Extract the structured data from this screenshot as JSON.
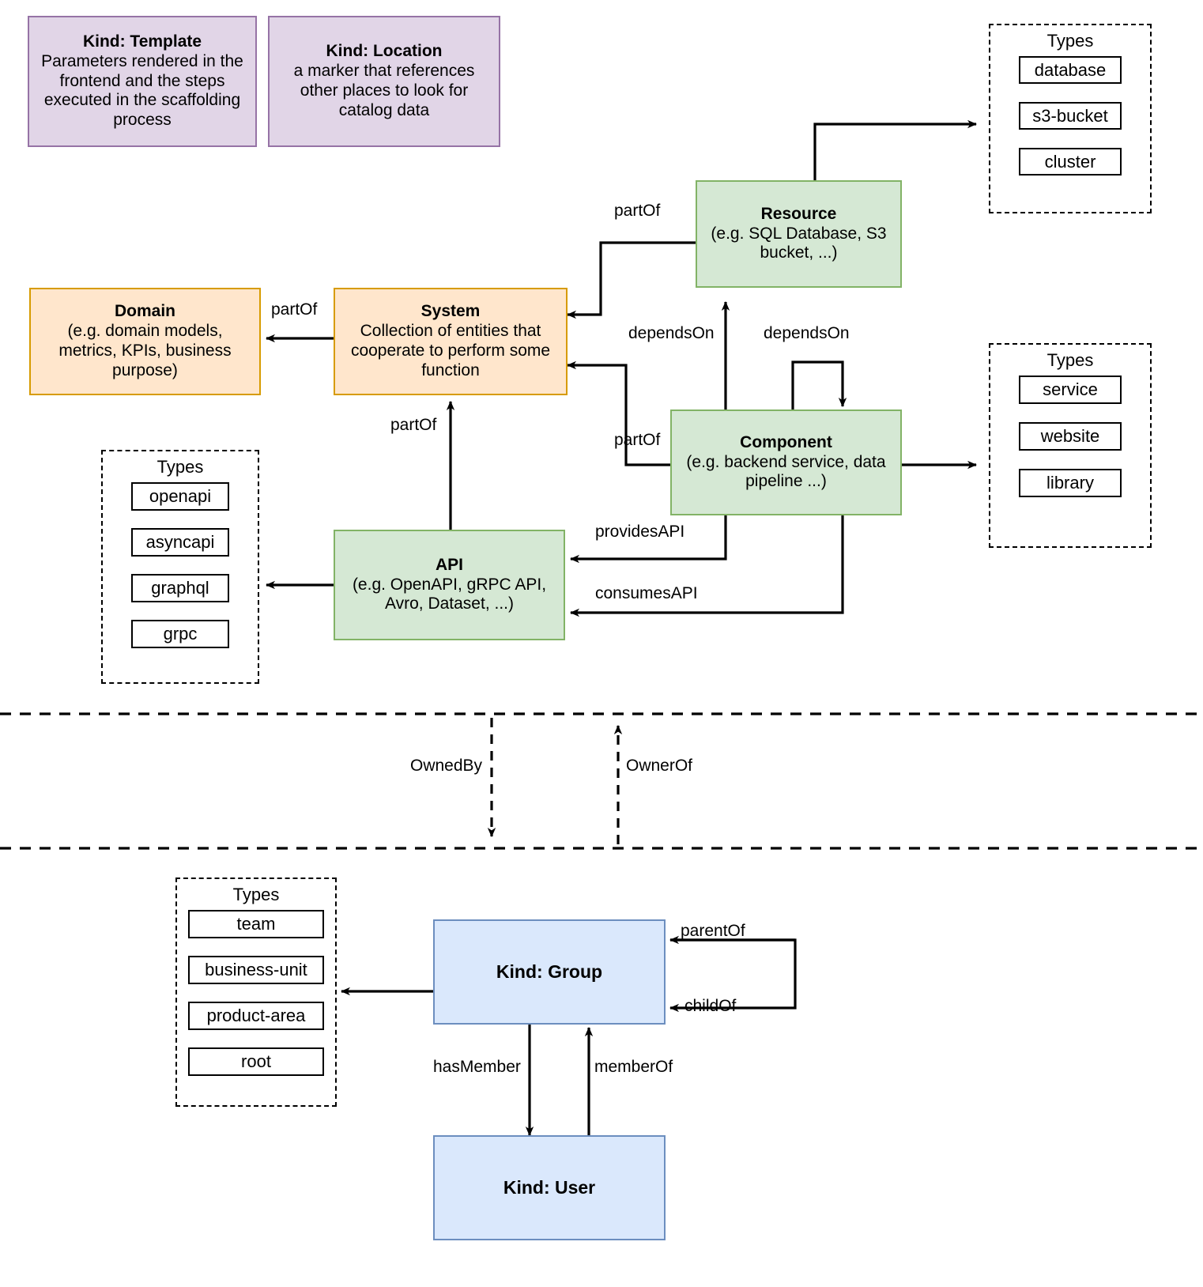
{
  "diagram": {
    "title": "Backstage catalog entity kinds and relations",
    "colors": {
      "purple_fill": "#e1d5e7",
      "purple_stroke": "#9673a6",
      "orange_fill": "#ffe6cc",
      "orange_stroke": "#d79b00",
      "green_fill": "#d5e8d4",
      "green_stroke": "#82b366",
      "blue_fill": "#dae8fc",
      "blue_stroke": "#6c8ebf",
      "line": "#000000"
    },
    "entities": {
      "template": {
        "title": "Kind: Template",
        "desc": "Parameters rendered in the frontend and the steps executed in  the scaffolding process"
      },
      "location": {
        "title": "Kind: Location",
        "desc": "a marker that references other places to look for catalog data"
      },
      "domain": {
        "title": "Domain",
        "desc": "(e.g.  domain models, metrics, KPIs, business purpose)"
      },
      "system": {
        "title": "System",
        "desc": "Collection of entities that cooperate to perform some function"
      },
      "resource": {
        "title": "Resource",
        "desc": "(e.g. SQL Database, S3 bucket, ...)"
      },
      "component": {
        "title": "Component",
        "desc": "(e.g. backend service, data pipeline ...)"
      },
      "api": {
        "title": "API",
        "desc": "(e.g. OpenAPI, gRPC API, Avro, Dataset, ...)"
      },
      "group": {
        "title": "Kind: Group",
        "desc": ""
      },
      "user": {
        "title": "Kind: User",
        "desc": ""
      }
    },
    "type_groups": {
      "resource_types": {
        "label": "Types",
        "items": [
          "database",
          "s3-bucket",
          "cluster"
        ]
      },
      "component_types": {
        "label": "Types",
        "items": [
          "service",
          "website",
          "library"
        ]
      },
      "api_types": {
        "label": "Types",
        "items": [
          "openapi",
          "asyncapi",
          "graphql",
          "grpc"
        ]
      },
      "group_types": {
        "label": "Types",
        "items": [
          "team",
          "business-unit",
          "product-area",
          "root"
        ]
      }
    },
    "relations": {
      "system_partof_domain": "partOf",
      "resource_partof_system": "partOf",
      "component_partof_system": "partOf",
      "api_partof_system": "partOf",
      "component_dependson_resource": "dependsOn",
      "component_dependson_component": "dependsOn",
      "component_providesapi": "providesAPI",
      "component_consumesapi": "consumesAPI",
      "ownedby": "OwnedBy",
      "ownerof": "OwnerOf",
      "group_parentof": "parentOf",
      "group_childof": "childOf",
      "group_hasmember": "hasMember",
      "user_memberof": "memberOf"
    }
  }
}
